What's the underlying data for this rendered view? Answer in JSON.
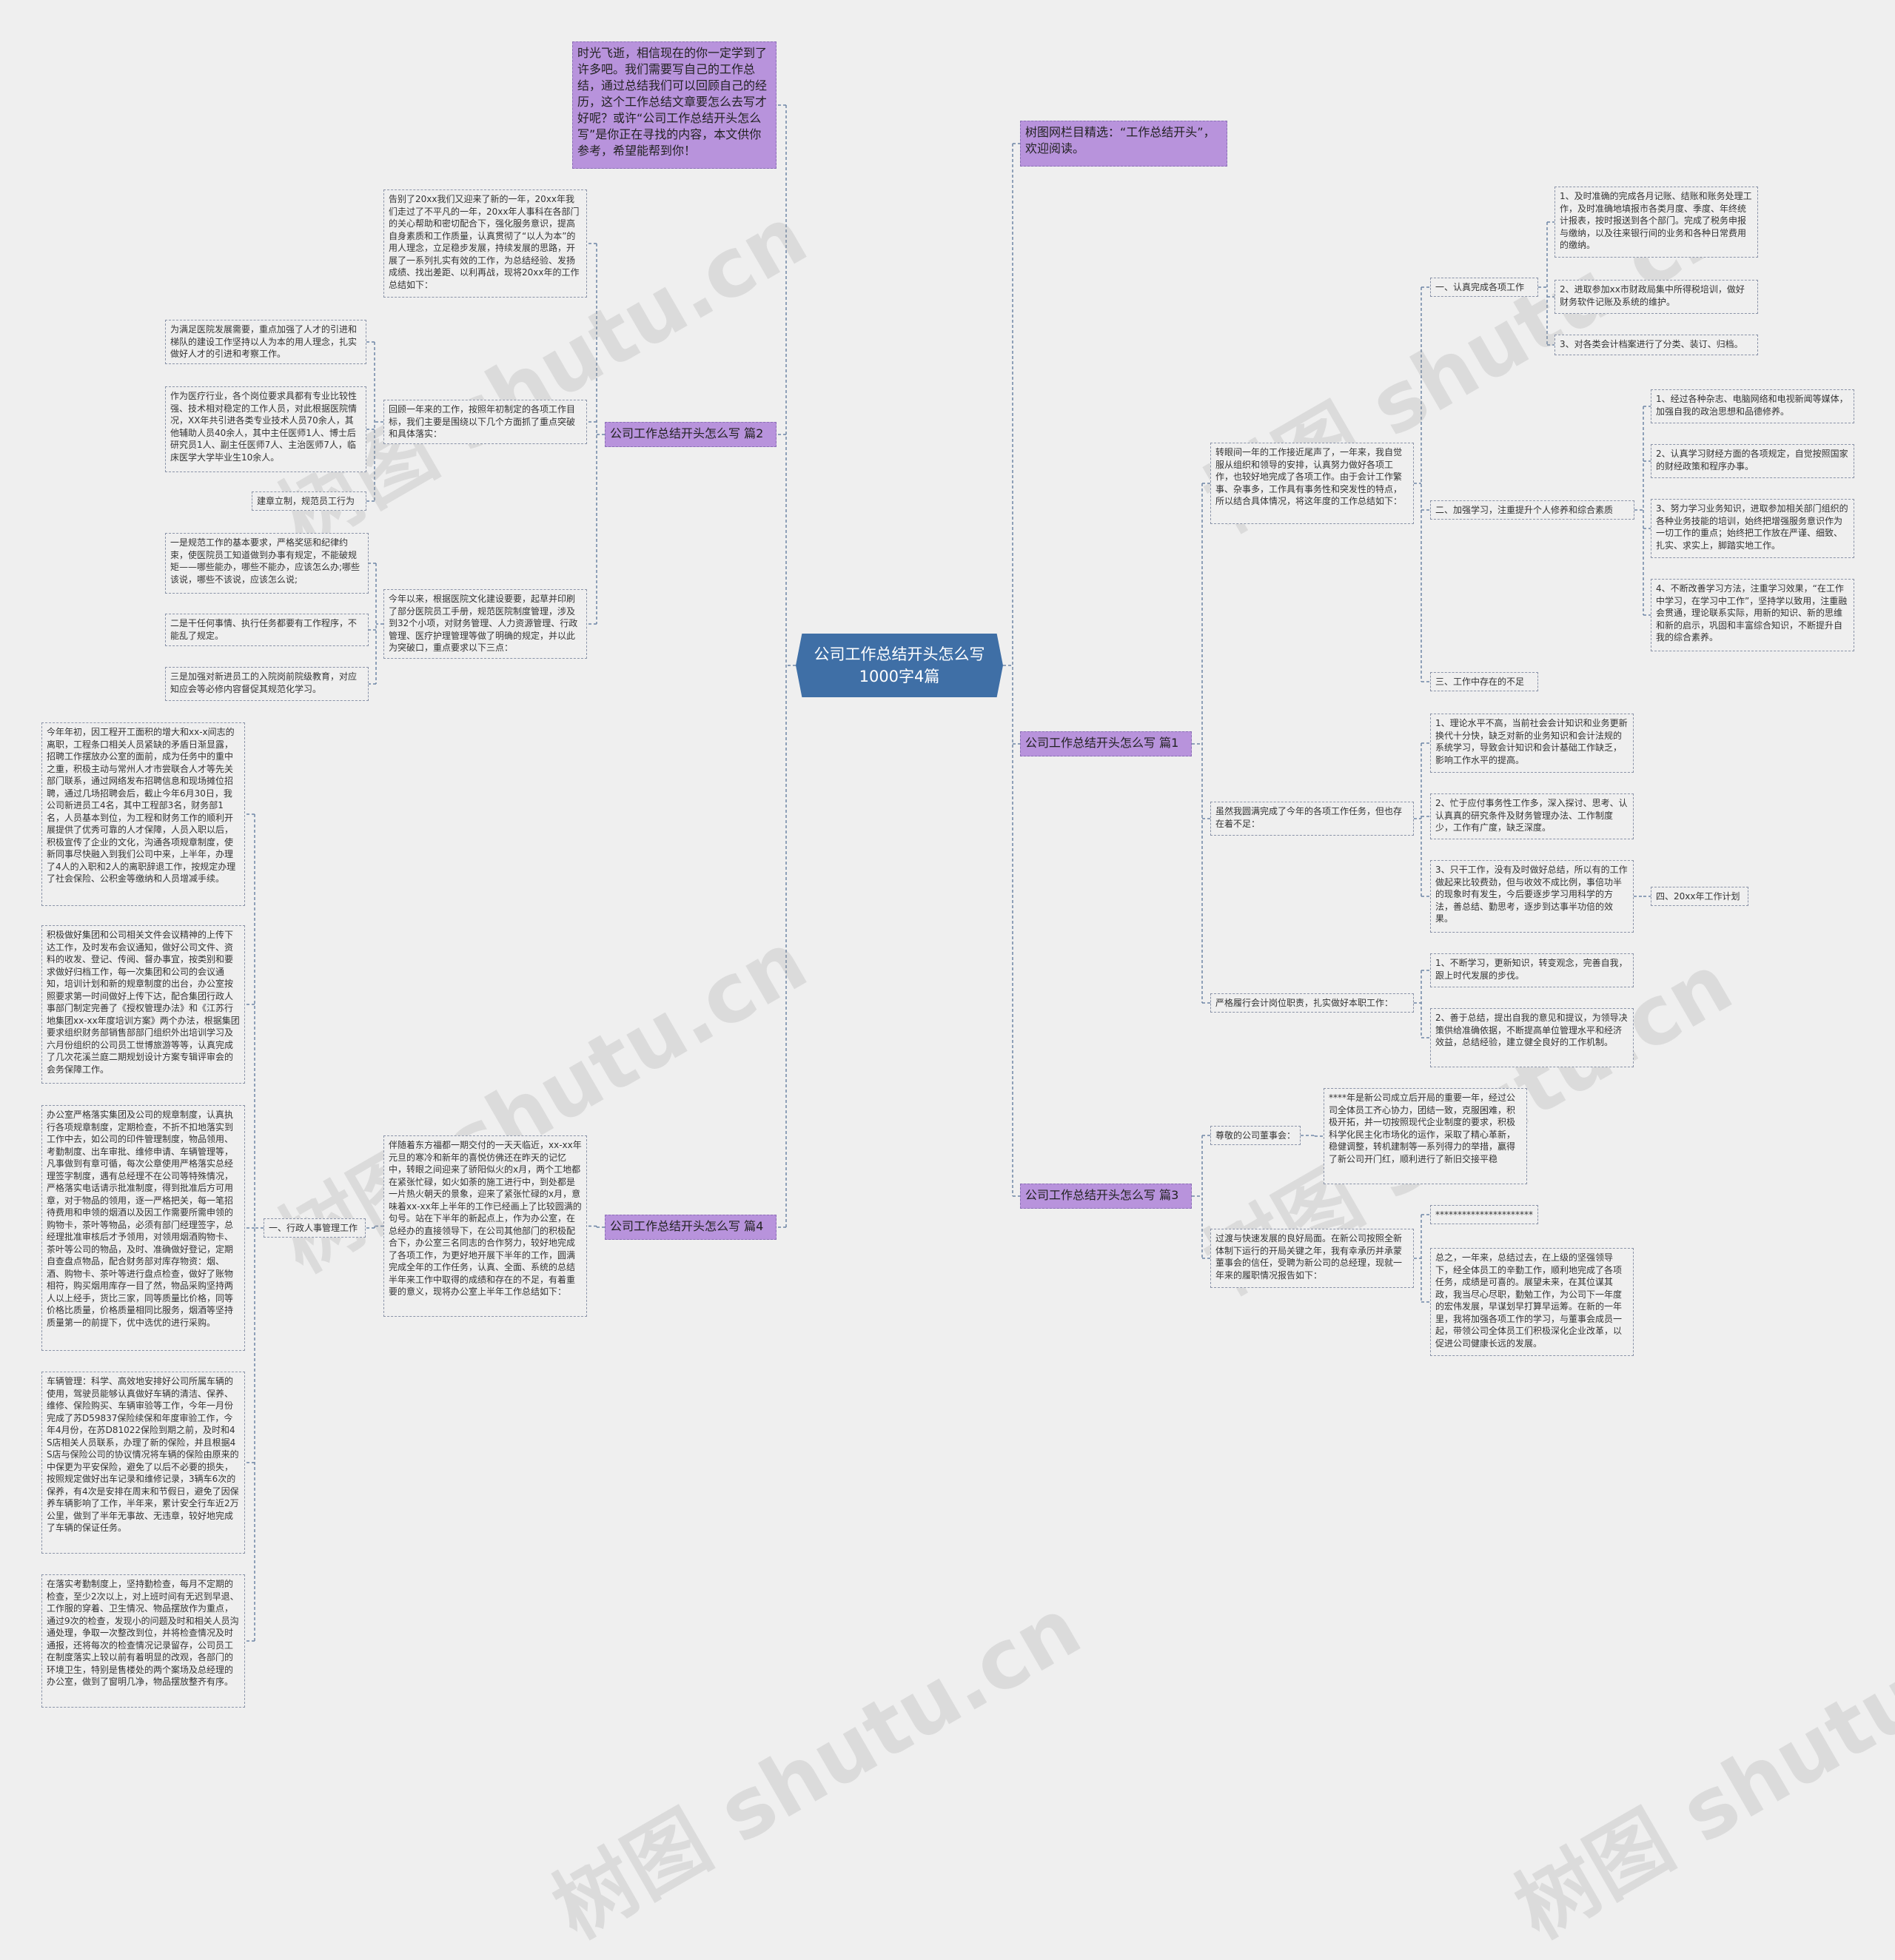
{
  "center": "公司工作总结开头怎么写1000字4篇",
  "intro": "时光飞逝，相信现在的你一定学到了许多吧。我们需要写自己的工作总结，通过总结我们可以回顾自己的经历，这个工作总结文章要怎么去写才好呢？或许“公司工作总结开头怎么写”是你正在寻找的内容，本文供你参考，希望能帮到你！",
  "tip": "树图网栏目精选：“工作总结开头”，欢迎阅读。",
  "p2": {
    "label": "公司工作总结开头怎么写 篇2",
    "a": "告别了20xx我们又迎来了新的一年，20xx年我们走过了不平凡的一年，20xx年人事科在各部门的关心帮助和密切配合下，强化服务意识，提高自身素质和工作质量，认真贯彻了“以人为本”的用人理念，立足稳步发展，持续发展的思路，开展了一系列扎实有效的工作，为总结经验、发扬成绩、找出差距、以利再战，现将20xx年的工作总结如下：",
    "b": "回顾一年来的工作，按照年初制定的各项工作目标，我们主要是围绕以下几个方面抓了重点突破和具体落实：",
    "b1": "为满足医院发展需要，重点加强了人才的引进和梯队的建设工作坚持以人为本的用人理念，扎实做好人才的引进和考察工作。",
    "b2": "作为医疗行业，各个岗位要求具都有专业比较性强、技术相对稳定的工作人员，对此根据医院情况，XX年共引进各类专业技术人员70余人，其他辅助人员40余人，其中主任医师1人、博士后研究员1人、副主任医师7人、主治医师7人，临床医学大学毕业生10余人。",
    "b3": "建章立制，规范员工行为",
    "c": "今年以来，根据医院文化建设要要，起草并印刷了部分医院员工手册，规范医院制度管理，涉及到32个小项，对财务管理、人力资源管理、行政管理、医疗护理管理等做了明确的规定，并以此为突破口，重点要求以下三点：",
    "c1": "一是规范工作的基本要求，严格奖惩和纪律约束，使医院员工知道做到办事有规定，不能破规矩——哪些能办，哪些不能办，应该怎么办;哪些该说，哪些不该说，应该怎么说;",
    "c2": "二是干任何事情、执行任务都要有工作程序，不能乱了规定。",
    "c3": "三是加强对新进员工的入院岗前院级教育，对应知应会等必修内容督促其规范化学习。"
  },
  "p4": {
    "label": "公司工作总结开头怎么写 篇4",
    "a": "伴随着东方福都一期交付的一天天临近，xx-xx年元旦的寒冷和新年的喜悦仿佛还在昨天的记忆中，转眼之间迎来了骄阳似火的x月，两个工地都在紧张忙碌，如火如荼的施工进行中，到处都是一片热火朝天的景象，迎来了紧张忙碌的x月，意味着xx-xx年上半年的工作已经画上了比较圆满的句号。站在下半年的新起点上，作为办公室，在总经办的直接领导下，在公司其他部门的积极配合下，办公室三名同志的合作努力，较好地完成了各项工作，为更好地开展下半年的工作，圆满完成全年的工作任务，认真、全面、系统的总结半年来工作中取得的成绩和存在的不足，有着重要的意义，现将办公室上半年工作总结如下：",
    "sub": "一、行政人事管理工作",
    "l1": "今年年初，因工程开工面积的增大和xx-x间志的离职，工程条口相关人员紧缺的矛盾日渐显露，招聘工作摆放办公室的面前，成为任务中的重中之重，积极主动与常州人才市尝联合人才等先关部门联系，通过网络发布招聘信息和现场摊位招聘，通过几场招聘会后，截止今年6月30日，我公司新进员工4名，其中工程部3名，财务部1名，人员基本到位，为工程和财务工作的顺利开展提供了优秀可靠的人才保障，人员入职以后，积极宣传了企业的文化，沟通各项规章制度，使新同事尽快融入到我们公司中来，上半年，办理了4人的入职和2人的离职辞退工作，按规定办理了社会保险、公积金等缴纳和人员增减手续。",
    "l2": "积极做好集团和公司相关文件会议精神的上传下达工作，及时发布会议通知，做好公司文件、资料的收发、登记、传阅、督办事宜，按类别和要求做好归档工作，每一次集团和公司的会议通知，培训计划和新的规章制度的出台，办公室按照要求第一时间做好上传下达，配合集团行政人事部门制定完善了《授权管理办法》和《江苏行地集团xx-xx年度培训方案》两个办法，根据集团要求组织财务部销售部部门组织外出培训学习及六月份组织的公司员工世博旅游等等，认真完成了几次花溪兰庭二期规划设计方案专辑评审会的会务保障工作。",
    "l3": "办公室严格落实集团及公司的规章制度，认真执行各项规章制度，定期检查，不折不扣地落实到工作中去，如公司的印件管理制度，物品领用、考勤制度、出车审批、维修申请、车辆管理等，凡事做到有章可循，每次公章使用严格落实总经理签字制度，遇有总经理不在公司等特殊情况，严格落实电话请示批准制度，得到批准后方可用章，对于物品的领用，逐一严格把关，每一笔招待费用和申领的烟酒以及因工作需要所需申领的购物卡，茶叶等物品，必须有部门经理签字，总经理批准审核后才予领用，对领用烟酒购物卡、茶叶等公司的物品，及时、准确做好登记，定期自查盘点物品，配合财务部对库存物资：烟、酒、购物卡、茶叶等进行盘点检查，做好了账物相符，购买烟用库存一目了然，物品采购坚持两人以上经手，货比三家，同等质量比价格，同等价格比质量，价格质量相同比服务，烟酒等坚持质量第一的前提下，优中选优的进行采购。",
    "l4": "车辆管理：科学、高效地安排好公司所属车辆的使用，驾驶员能够认真做好车辆的清洁、保养、维修、保险购买、车辆审验等工作，今年一月份完成了苏D59837保险续保和年度审验工作，今年4月份，在苏D81022保险到期之前，及时和4S店相关人员联系，办理了新的保险，并且根据4S店与保险公司的协议情况将车辆的保险由原来的中保更为平安保险，避免了以后不必要的损失，按照规定做好出车记录和维修记录，3辆车6次的保养，有4次是安排在周末和节假日，避免了因保养车辆影响了工作，半年来，累计安全行车近2万公里，做到了半年无事故、无违章，较好地完成了车辆的保证任务。",
    "l5": "在落实考勤制度上，坚持勤检查，每月不定期的检查，至少2次以上，对上班时间有无迟到早退、工作服的穿着、卫生情况、物品摆放作为重点，通过9次的检查，发现小的问题及时和相关人员沟通处理，争取一次整改到位，并将检查情况及时通报，还将每次的检查情况记录留存，公司员工在制度落实上较以前有着明显的改观，各部门的环境卫生，特别是售楼处的两个案场及总经理的办公室，做到了窗明几净，物品摆放整齐有序。"
  },
  "p1": {
    "label": "公司工作总结开头怎么写 篇1",
    "a": "转眼间一年的工作接近尾声了，一年来，我自觉服从组织和领导的安排，认真努力做好各项工作，也较好地完成了各项工作。由于会计工作繁事、杂事多，工作具有事务性和突发性的特点，所以结合具体情况，将这年度的工作总结如下：",
    "s1": "一、认真完成各项工作",
    "s1a": "1、及时准确的完成各月记账、结账和账务处理工作，及时准确地填报市各类月度、季度、年终统计报表，按时报送到各个部门。完成了税务申报与缴纳，以及往来银行间的业务和各种日常费用的缴纳。",
    "s1b": "2、进取参加xx市财政局集中所得税培训，做好财务软件记账及系统的维护。",
    "s1c": "3、对各类会计档案进行了分类、装订、归档。",
    "s2": "二、加强学习，注重提升个人修养和综合素质",
    "s2a": "1、经过各种杂志、电脑网络和电视新闻等媒体，加强自我的政治思想和品德修养。",
    "s2b": "2、认真学习财经方面的各项规定，自觉按照国家的财经政策和程序办事。",
    "s2c": "3、努力学习业务知识，进取参加相关部门组织的各种业务技能的培训，始终把增强服务意识作为一切工作的重点；始终把工作放在严谨、细致、扎实、求实上，脚踏实地工作。",
    "s2d": "4、不断改善学习方法，注重学习效果，“在工作中学习，在学习中工作”，坚持学以致用，注重融会贯通，理论联系实际，用新的知识、新的思维和新的启示，巩固和丰富综合知识，不断提升自我的综合素养。",
    "s3": "三、工作中存在的不足",
    "b": "虽然我圆满完成了今年的各项工作任务，但也存在着不足：",
    "b1": "1、理论水平不高，当前社会会计知识和业务更新换代十分快，缺乏对新的业务知识和会计法规的系统学习，导致会计知识和会计基础工作缺乏，影响工作水平的提高。",
    "b2": "2、忙于应付事务性工作多，深入探讨、思考、认认真真的研究条件及财务管理办法、工作制度少，工作有广度，缺乏深度。",
    "b3": "3、只干工作，没有及时做好总结，所以有的工作做起来比较费劲，但与收效不成比例，事倍功半的现象时有发生，今后要逐步学习用科学的方法，善总结、勤思考，逐步到达事半功倍的效果。",
    "s4": "四、20xx年工作计划",
    "c": "严格履行会计岗位职责，扎实做好本职工作：",
    "c1": "1、不断学习，更新知识，转变观念，完善自我，跟上时代发展的步伐。",
    "c2": "2、善于总结，提出自我的意见和提议，为领导决策供给准确依据，不断提高单位管理水平和经济效益，总结经验，建立健全良好的工作机制。"
  },
  "p3": {
    "label": "公司工作总结开头怎么写 篇3",
    "a": "尊敬的公司董事会：",
    "a1": "****年是新公司成立后开局的重要一年，经过公司全体员工齐心协力，团结一致，克服困难，积极开拓，并一切按照现代企业制度的要求，积极科学化民主化市场化的运作，采取了精心革新，稳健调整，转机建制等一系列得力的举措，赢得了新公司开门红，顺利进行了新旧交接平稳",
    "b": "过渡与快速发展的良好局面。在新公司按照全新体制下运行的开局关键之年，我有幸承历并承蒙董事会的信任，受聘为新公司的总经理，现就一年来的履职情况报告如下：",
    "b1": "**********************",
    "b2": "总之，一年来，总结过去，在上级的坚强领导下，经全体员工的辛勤工作，顺利地完成了各项任务，成绩是可喜的。展望未来，在其位谋其政，我当尽心尽职，勤勉工作，为公司下一年度的宏伟发展，早谋划早打算早运筹。在新的一年里，我将加强各项工作的学习，与董事会成员一起，带领公司全体员工们积极深化企业改革，以促进公司健康长远的发展。"
  }
}
